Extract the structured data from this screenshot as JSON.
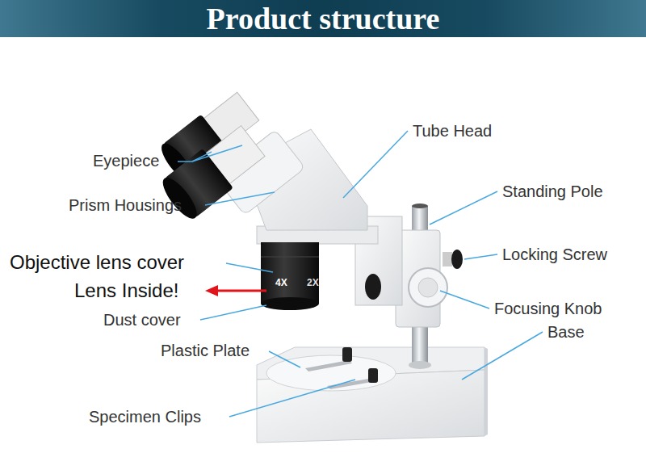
{
  "diagram": {
    "title": "Product structure",
    "labels": [
      "Eyepiece",
      "Prism Housings",
      "Objective lens cover",
      "Lens Inside!",
      "Dust cover",
      "Plastic Plate",
      "Specimen Clips",
      "Tube Head",
      "Standing Pole",
      "Locking Screw",
      "Focusing Knob",
      "Base",
      "4X",
      "2X"
    ]
  }
}
